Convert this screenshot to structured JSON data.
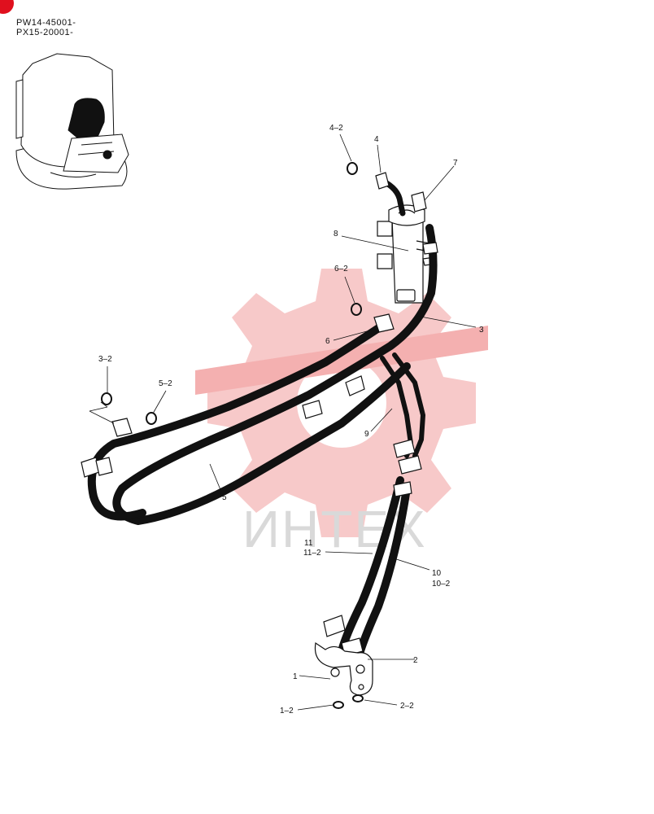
{
  "header": {
    "serial_1": "PW14-45001-",
    "serial_2": "PX15-20001-"
  },
  "watermark": {
    "text": "ИНТЕХ",
    "gear_color": "#f7c9c9",
    "text_color": "#d9d9d9"
  },
  "callouts": {
    "c1": "1",
    "c1_2": "1–2",
    "c2": "2",
    "c2_2": "2–2",
    "c3": "3",
    "c3_2": "3–2",
    "c4": "4",
    "c4_2": "4–2",
    "c5": "5",
    "c5_2": "5–2",
    "c6": "6",
    "c6_2": "6–2",
    "c7": "7",
    "c8": "8",
    "c9": "9",
    "c10": "10",
    "c10_2": "10–2",
    "c11": "11",
    "c11_2": "11–2"
  },
  "colors": {
    "corner_badge": "#e0101e",
    "line": "#111111"
  }
}
